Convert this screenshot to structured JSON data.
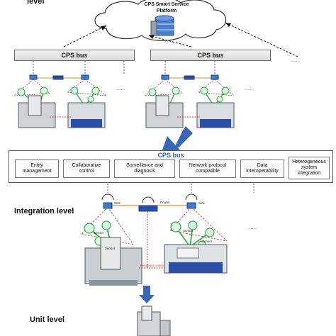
{
  "top": {
    "level_label": "level",
    "platform_label": "CPS Smart Service\nPlatform",
    "left_bus": "CPS bus",
    "right_bus": "CPS bus",
    "dots": "......"
  },
  "middle": {
    "panel_title": "CPS bus",
    "functions": [
      "Entity\nmanagement",
      "Collaborative\ncontrol",
      "Surveillance and\ndiagnosis",
      "Network protocol\ncompatible",
      "Data\ninteroperability",
      "Heterogeneous\nsystem\nintegration"
    ]
  },
  "integration": {
    "level_label": "Integration level",
    "sink_left": "Sink",
    "sink_right": "Sink",
    "router": "Router",
    "sensor_1": "Sensor",
    "sensor_2": "Sensor",
    "sensor_3": "Sensor",
    "sensor_4": "Sensor",
    "feedback": "Feedback control",
    "dots": "......"
  },
  "unit": {
    "level_label": "Unit level"
  },
  "colors": {
    "bus_blue": "#2a62b8",
    "arrow_blue": "#3a67b4",
    "sensor_green": "#2bb24c",
    "link_red": "#d93030",
    "link_orange": "#e98b2a",
    "dashed_purple": "#6b4aa8"
  }
}
